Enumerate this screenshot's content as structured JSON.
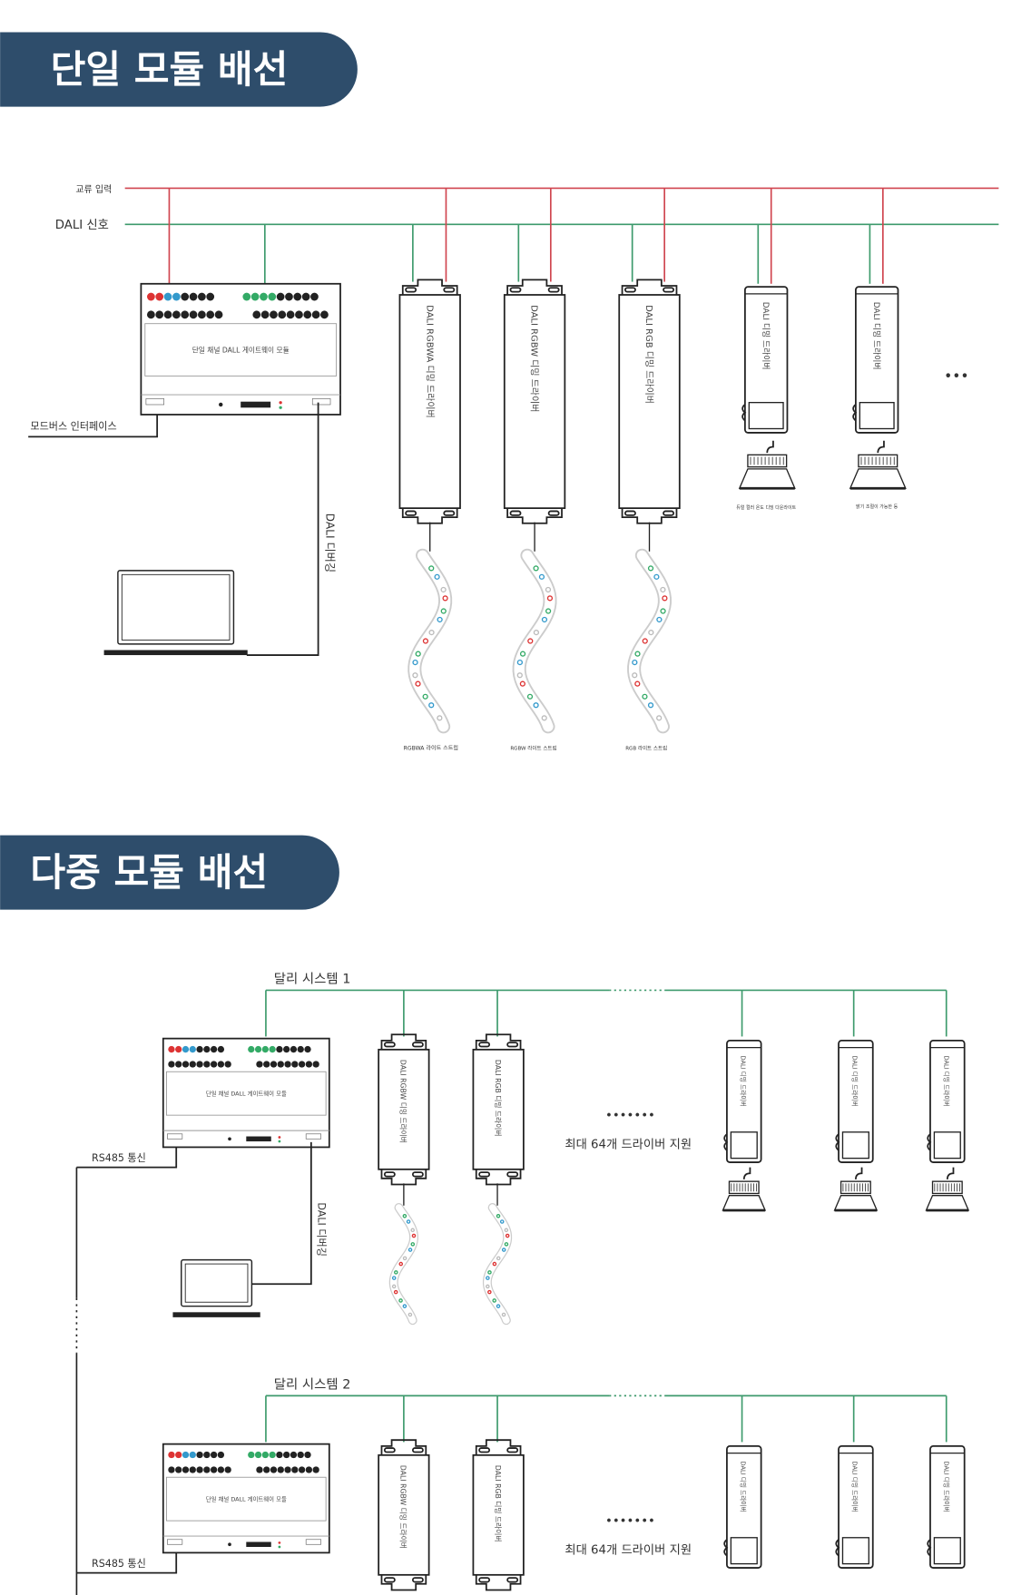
{
  "colors": {
    "banner": "#2e4d6b",
    "ac": "#d0454f",
    "dali": "#3d9a6c",
    "line": "#222222"
  },
  "section1": {
    "title": "단일 모듈 배선",
    "ac_input": "교류 입력",
    "dali_signal": "DALI 신호",
    "module_label": "단일 채널 DALL 게이트웨이 모듈",
    "modbus": "모드버스 인터페이스",
    "dali_debug": "DALI 디버깅",
    "drivers": [
      "DALI RGBWA 디밍 드라이버",
      "DALI RGBW 디밍 드라이버",
      "DALI RGB 디밍 드라이버"
    ],
    "strips": [
      "RGBWA 라이트 스트립",
      "RGBW 라이트 스트립",
      "RGB 라이트 스트립"
    ],
    "small_drivers": [
      "DALI 디밍 드라이버",
      "DALI 디밍 드라이버"
    ],
    "downlights": [
      "듀얼 컬러 온도 디밍 다운라이트",
      "밝기 조절이 가능한 등"
    ],
    "more": "•••"
  },
  "section2": {
    "title": "다중 모듈 배선",
    "systems": [
      {
        "label": "달리 시스템 1",
        "module_label": "단일 채널 DALL 게이트웨이 모듈",
        "rs485": "RS485 통신",
        "dali_debug": "DALI 디버깅",
        "drivers": [
          "DALI RGBW 디밍 드라이버",
          "DALI RGB 디밍 드라이버"
        ],
        "small_drivers": [
          "DALI 디밍 드라이버",
          "DALI 디밍 드라이버",
          "DALI 디밍 드라이버"
        ],
        "dots": "•••••••",
        "support": "최대 64개 드라이버 지원"
      },
      {
        "label": "달리 시스템 2",
        "module_label": "단일 채널 DALL 게이트웨이 모듈",
        "rs485": "RS485 통신",
        "drivers": [
          "DALI RGBW 디밍 드라이버",
          "DALI RGB 디밍 드라이버"
        ],
        "small_drivers": [
          "DALI 디밍 드라이버",
          "DALI 디밍 드라이버",
          "DALI 디밍 드라이버"
        ],
        "dots": "•••••••",
        "support": "최대 64개 드라이버 지원"
      }
    ]
  }
}
